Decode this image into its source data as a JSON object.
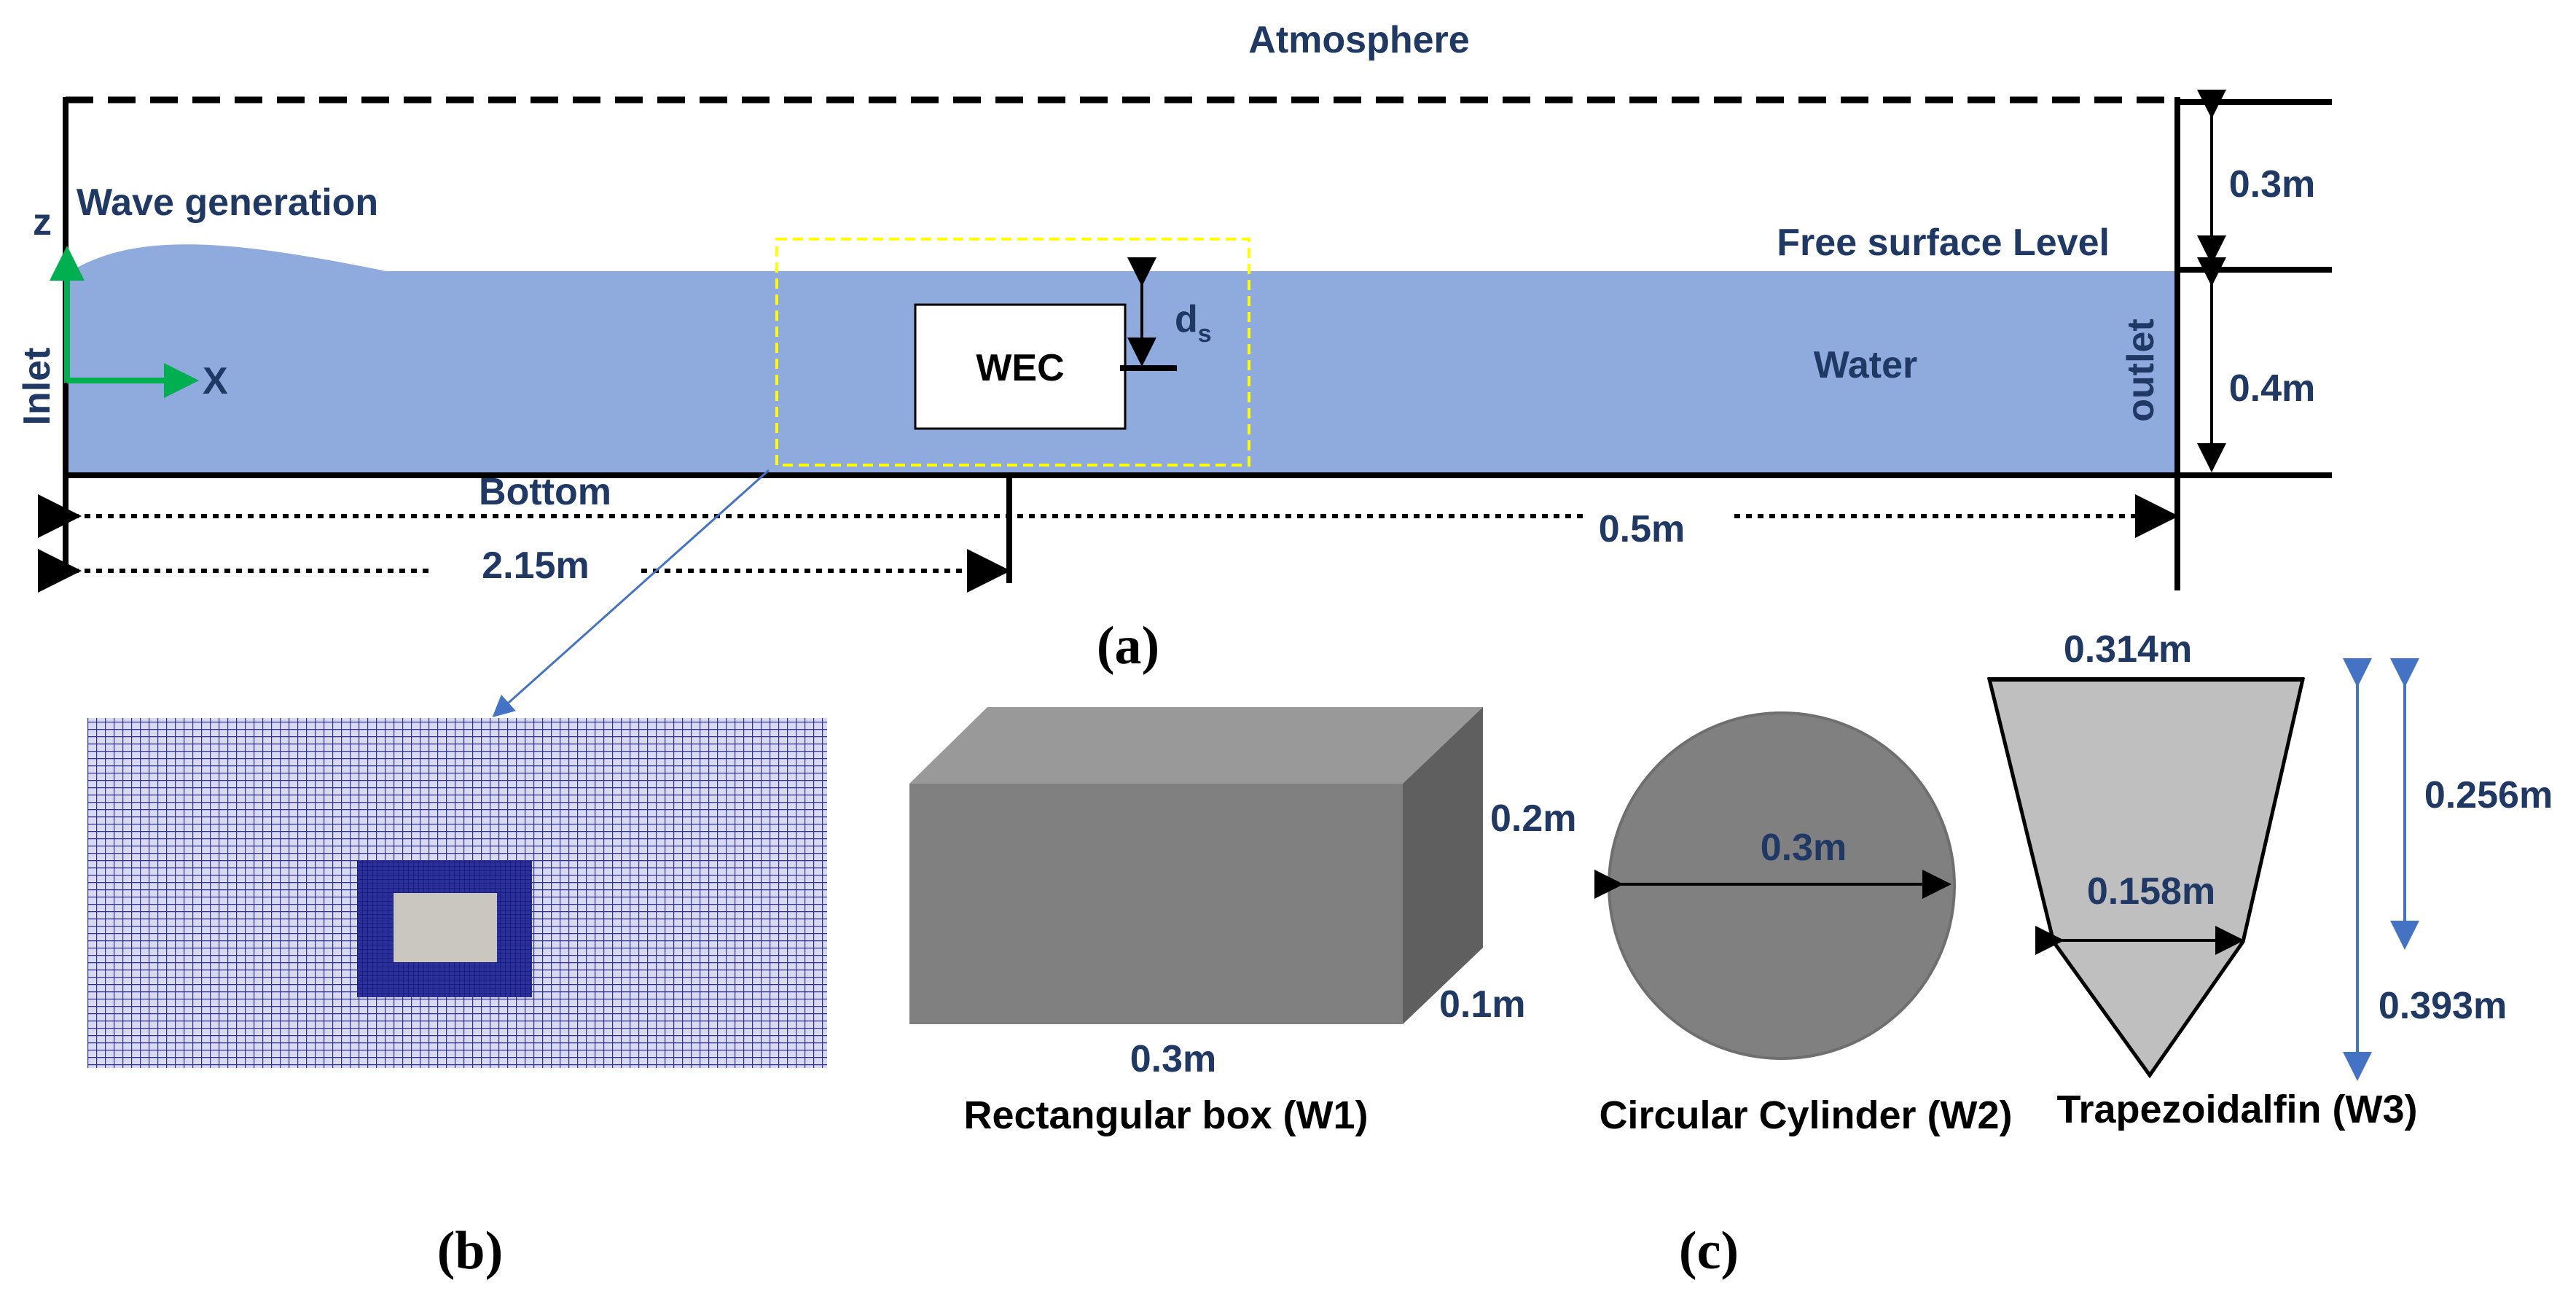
{
  "panel_a": {
    "top_boundary": "Atmosphere",
    "wave_generation": "Wave generation",
    "free_surface": "Free surface Level",
    "water": "Water",
    "inlet": "Inlet",
    "outlet": "outlet",
    "bottom": "Bottom",
    "wec": "WEC",
    "ds_main": "d",
    "ds_sub": "s",
    "axis_z": "z",
    "axis_x": "X",
    "dim_air": "0.3m",
    "dim_water": "0.4m",
    "dim_left": "2.15m",
    "dim_right": "0.5m",
    "caption": "(a)"
  },
  "panel_b": {
    "caption": "(b)"
  },
  "panel_c": {
    "caption": "(c)",
    "box": {
      "height": "0.2m",
      "depth": "0.1m",
      "width": "0.3m",
      "name": "Rectangular box (W1)"
    },
    "cylinder": {
      "diameter": "0.3m",
      "name": "Circular Cylinder (W2)"
    },
    "trapezoid": {
      "top": "0.314m",
      "mid": "0.158m",
      "upper_height": "0.256m",
      "total_height": "0.393m",
      "name": "Trapezoidalfin (W3)"
    }
  },
  "colors": {
    "water": "#8faadc",
    "label": "#1f3864",
    "mesh": "#2e3192",
    "mesh_fine": "#1a1f8a",
    "axis": "#00b050",
    "zoom_box": "#ffff00",
    "arrow_blue": "#4472c4"
  }
}
